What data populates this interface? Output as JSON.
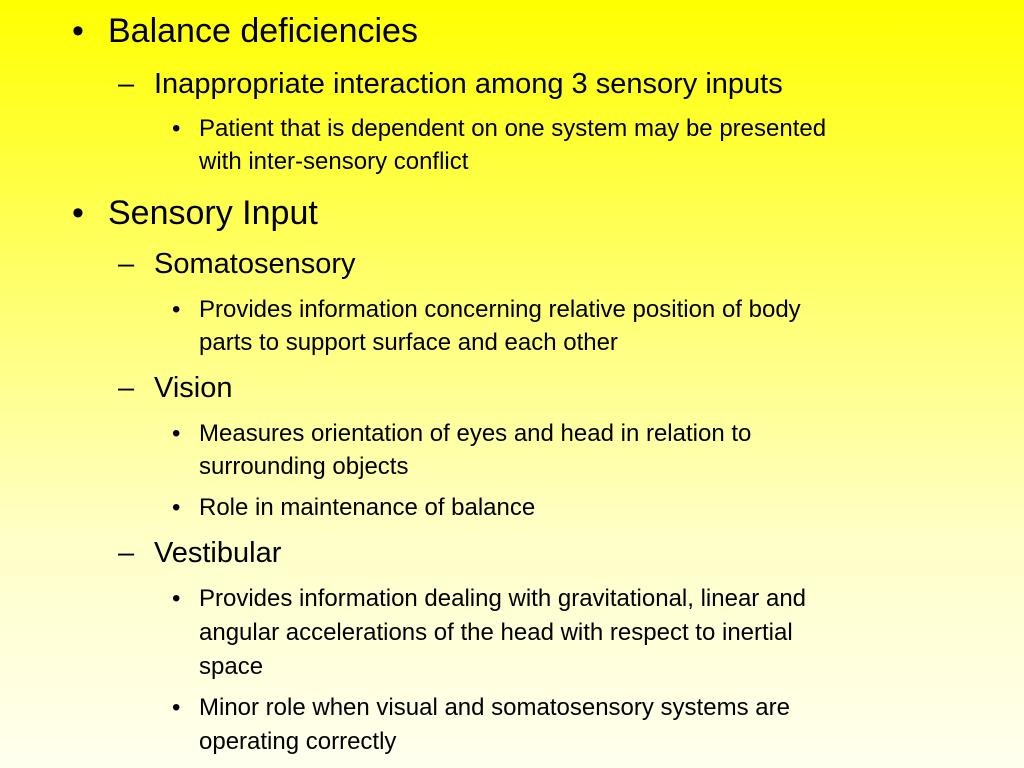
{
  "slide": {
    "bullets": [
      {
        "text": "Balance deficiencies",
        "subs": [
          {
            "text": "Inappropriate interaction among 3 sensory inputs",
            "points": [
              "Patient that is dependent on one system may be presented",
              "with inter-sensory conflict"
            ]
          }
        ]
      },
      {
        "text": "Sensory Input",
        "subs": [
          {
            "text": "Somatosensory",
            "points": [
              "Provides information concerning relative position of body",
              "parts to support surface and each other"
            ]
          },
          {
            "text": "Vision",
            "points": [
              "Measures orientation of eyes and head in relation to",
              "surrounding objects",
              "Role in maintenance of balance"
            ]
          },
          {
            "text": "Vestibular",
            "points": [
              "Provides information dealing with gravitational, linear and",
              "angular accelerations of the head  with respect to inertial",
              "space",
              "Minor role when visual and somatosensory systems are",
              "operating correctly"
            ]
          }
        ]
      }
    ],
    "bullet_glyph": "•",
    "dash_glyph": "–"
  }
}
